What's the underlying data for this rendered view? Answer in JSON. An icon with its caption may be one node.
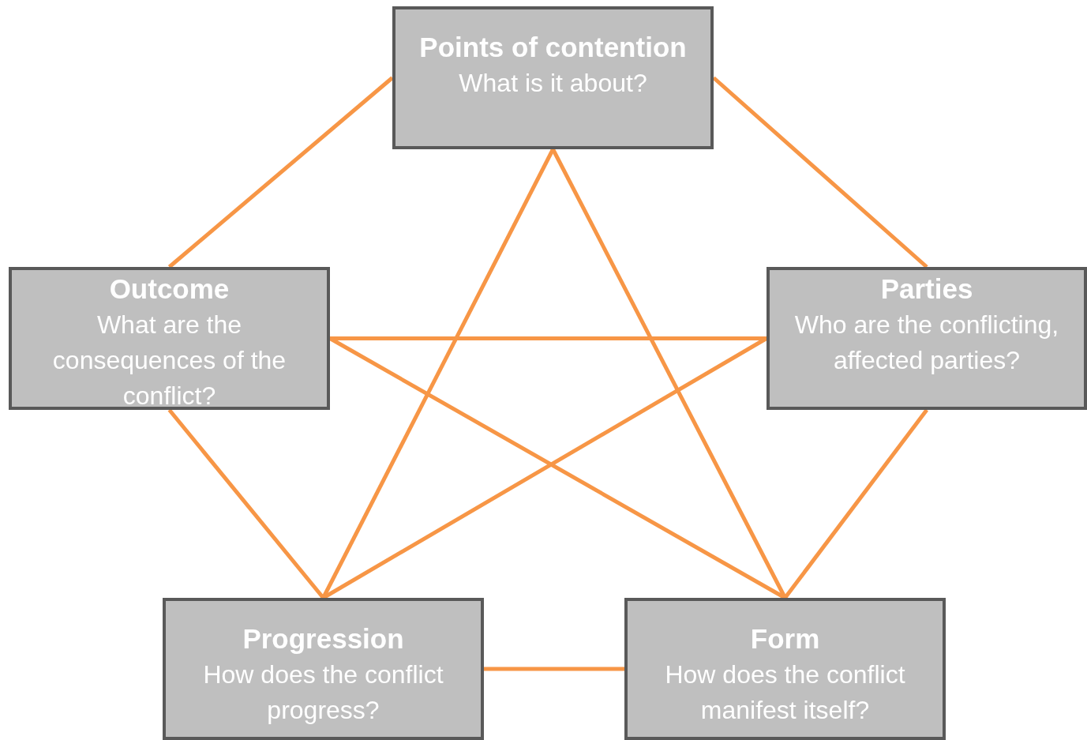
{
  "diagram": {
    "nodes": [
      {
        "text": [
          "Points of contention",
          "What is it about?"
        ]
      },
      {
        "text": [
          "Outcome",
          "What are the consequences of the conflict?"
        ]
      },
      {
        "text": [
          "Parties",
          "Who are the conflicting, affected parties?"
        ]
      },
      {
        "text": [
          "Progression",
          "How does the conflict progress?"
        ]
      },
      {
        "text": [
          "Form",
          "How does the conflict manifest itself?"
        ]
      }
    ],
    "edges": [
      {
        "from": 0,
        "to": 1,
        "arrow": "none"
      },
      {
        "from": 0,
        "to": 2,
        "arrow": "none"
      },
      {
        "from": 0,
        "to": 3,
        "arrow": "none"
      },
      {
        "from": 0,
        "to": 4,
        "arrow": "none"
      },
      {
        "from": 1,
        "to": 2,
        "arrow": "none"
      },
      {
        "from": 1,
        "to": 3,
        "arrow": "none"
      },
      {
        "from": 1,
        "to": 4,
        "arrow": "none"
      },
      {
        "from": 2,
        "to": 3,
        "arrow": "none"
      },
      {
        "from": 2,
        "to": 4,
        "arrow": "none"
      },
      {
        "from": 3,
        "to": 4,
        "arrow": "none"
      }
    ]
  }
}
